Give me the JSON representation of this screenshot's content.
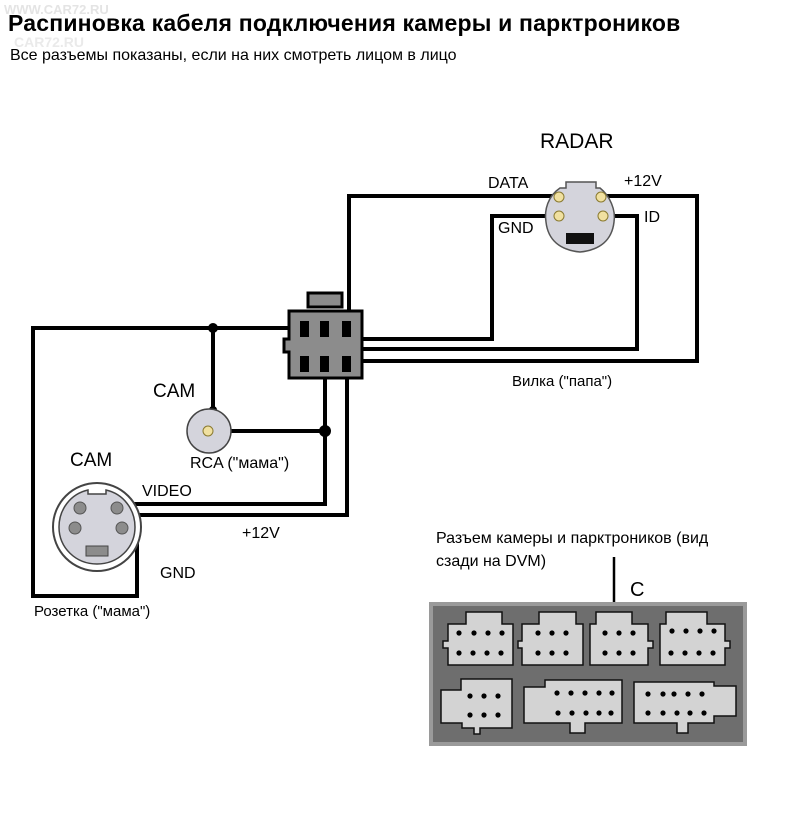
{
  "watermark": {
    "top": "WWW.CAR72.RU",
    "logo": "CAR72.RU"
  },
  "title": "Распиновка кабеля подключения камеры и парктроников",
  "subtitle": "Все разъемы показаны, если на них смотреть лицом в лицо",
  "radar": {
    "label": "RADAR",
    "pins": {
      "data": "DATA",
      "power": "+12V",
      "gnd": "GND",
      "id": "ID"
    }
  },
  "plug": {
    "label": "Вилка (\"папа\")"
  },
  "rca": {
    "cam_label": "CAM",
    "label": "RCA (\"мама\")"
  },
  "cam_socket": {
    "cam_label": "CAM",
    "pins": {
      "video": "VIDEO",
      "power": "+12V",
      "gnd": "GND"
    },
    "label": "Розетка (\"мама\")"
  },
  "dvm": {
    "caption_line1": "Разъем камеры и парктроников (вид",
    "caption_line2": "сзади на DVM)",
    "pointer_label": "C"
  },
  "colors": {
    "wire": "#000000",
    "connector_gray": "#8c8c8c",
    "connector_light": "#d4d4dc",
    "pin_gold": "#f0e0a0",
    "dvm_frame": "#7a7a7a",
    "dvm_border": "#9a9a9a",
    "dvm_block": "#d3d3d3"
  }
}
